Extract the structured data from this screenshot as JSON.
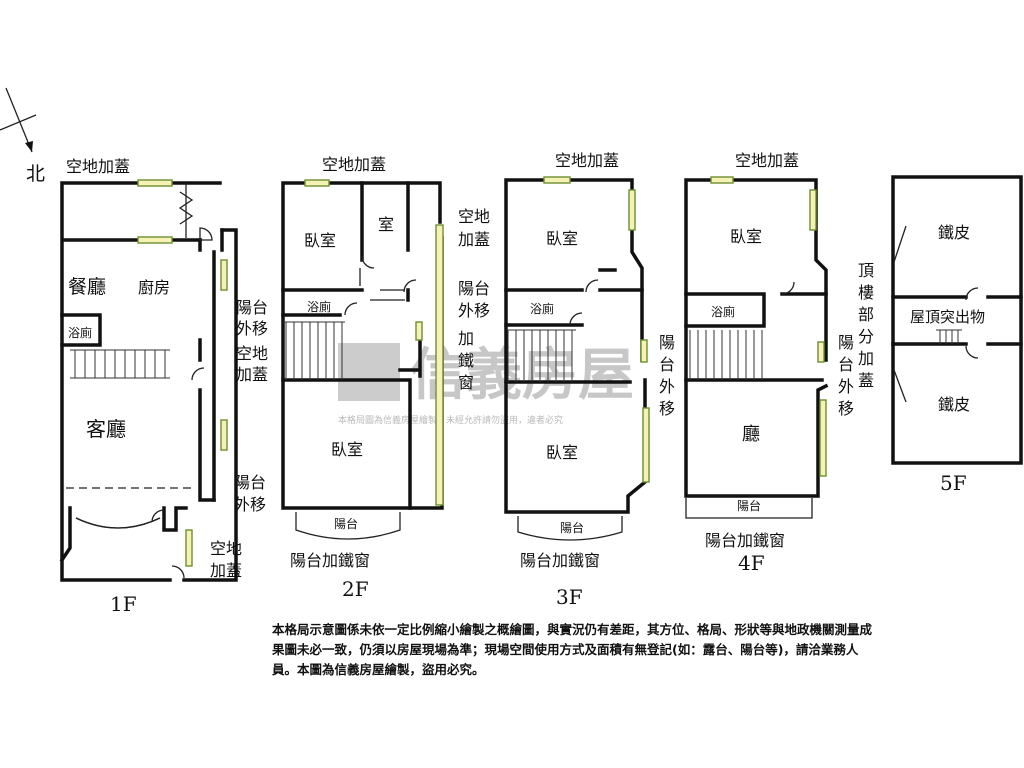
{
  "north": "北",
  "floors": {
    "f1": {
      "title": "1F",
      "rooms": [
        "餐廳",
        "廚房",
        "浴廁",
        "客廳"
      ],
      "notes": [
        "空地加蓋",
        "陽台",
        "外移",
        "空地",
        "加蓋",
        "陽台",
        "外移",
        "空地",
        "加蓋"
      ]
    },
    "f2": {
      "title": "2F",
      "rooms": [
        "臥室",
        "室",
        "浴廁",
        "臥室",
        "陽台"
      ],
      "notes": [
        "空地加蓋",
        "空地",
        "加蓋",
        "陽台",
        "外移",
        "加",
        "鐵",
        "窗",
        "陽台加鐵窗"
      ]
    },
    "f3": {
      "title": "3F",
      "rooms": [
        "臥室",
        "浴廁",
        "臥室",
        "陽台"
      ],
      "notes": [
        "空地加蓋",
        "陽",
        "台",
        "外",
        "移",
        "陽台加鐵窗"
      ]
    },
    "f4": {
      "title": "4F",
      "rooms": [
        "臥室",
        "浴廁",
        "廳",
        "陽台"
      ],
      "notes": [
        "空地加蓋",
        "陽",
        "台",
        "外",
        "移",
        "陽台加鐵窗"
      ]
    },
    "f5": {
      "title": "5F",
      "rooms": [
        "鐵皮",
        "屋頂突出物",
        "鐵皮"
      ],
      "notes": [
        "頂",
        "樓",
        "部",
        "分",
        "加",
        "蓋"
      ]
    }
  },
  "watermark": {
    "brand": "信義房屋",
    "text": "本格局圖為信義房屋繪製，未經允許請勿盜用，違者必究"
  },
  "disclaimer": "本格局示意圖係未依一定比例縮小繪製之概繪圖，與實況仍有差距，其方位、格局、形狀等與地政機關測量成果圖未必一致，仍須以房屋現場為準；現場空間使用方式及面積有無登記(如：露台、陽台等)，請洽業務人員。本圖為信義房屋繪製，盜用必究。",
  "colors": {
    "window_fill": "#f6f1b4",
    "window_stroke": "#6d8f2f",
    "wall": "#111111"
  }
}
